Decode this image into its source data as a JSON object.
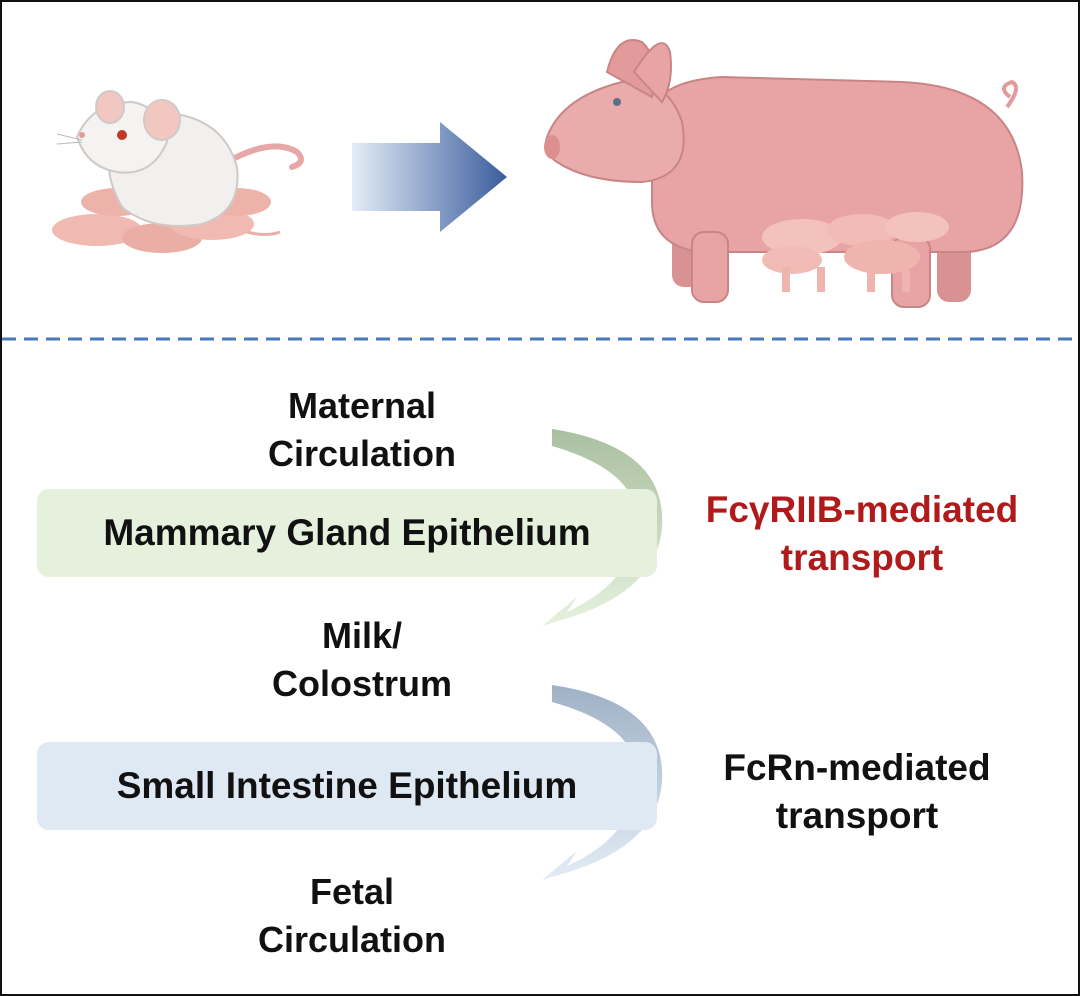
{
  "labels": {
    "maternal_line1": "Maternal",
    "maternal_line2": "Circulation",
    "mammary": "Mammary Gland Epithelium",
    "milk_line1": "Milk/",
    "milk_line2": "Colostrum",
    "intestine": "Small Intestine Epithelium",
    "fetal_line1": "Fetal",
    "fetal_line2": "Circulation",
    "fcgr_line1": "FcγRIIB-mediated",
    "fcgr_line2": "transport",
    "fcrn_line1": "FcRn-mediated",
    "fcrn_line2": "transport"
  },
  "colors": {
    "mammary_box": "#e6f1dd",
    "intestine_box": "#dfe9f3",
    "fcgr_text": "#b01a1a",
    "fcrn_text": "#111111",
    "divider": "#4a78b8",
    "arrow_blue": "#3a5d9c",
    "mouse_body": "#f1f0ee",
    "pig_body": "#e8a4a4"
  },
  "icons": [
    "mouse-with-pups-icon",
    "transition-arrow-icon",
    "pig-with-piglets-icon"
  ]
}
